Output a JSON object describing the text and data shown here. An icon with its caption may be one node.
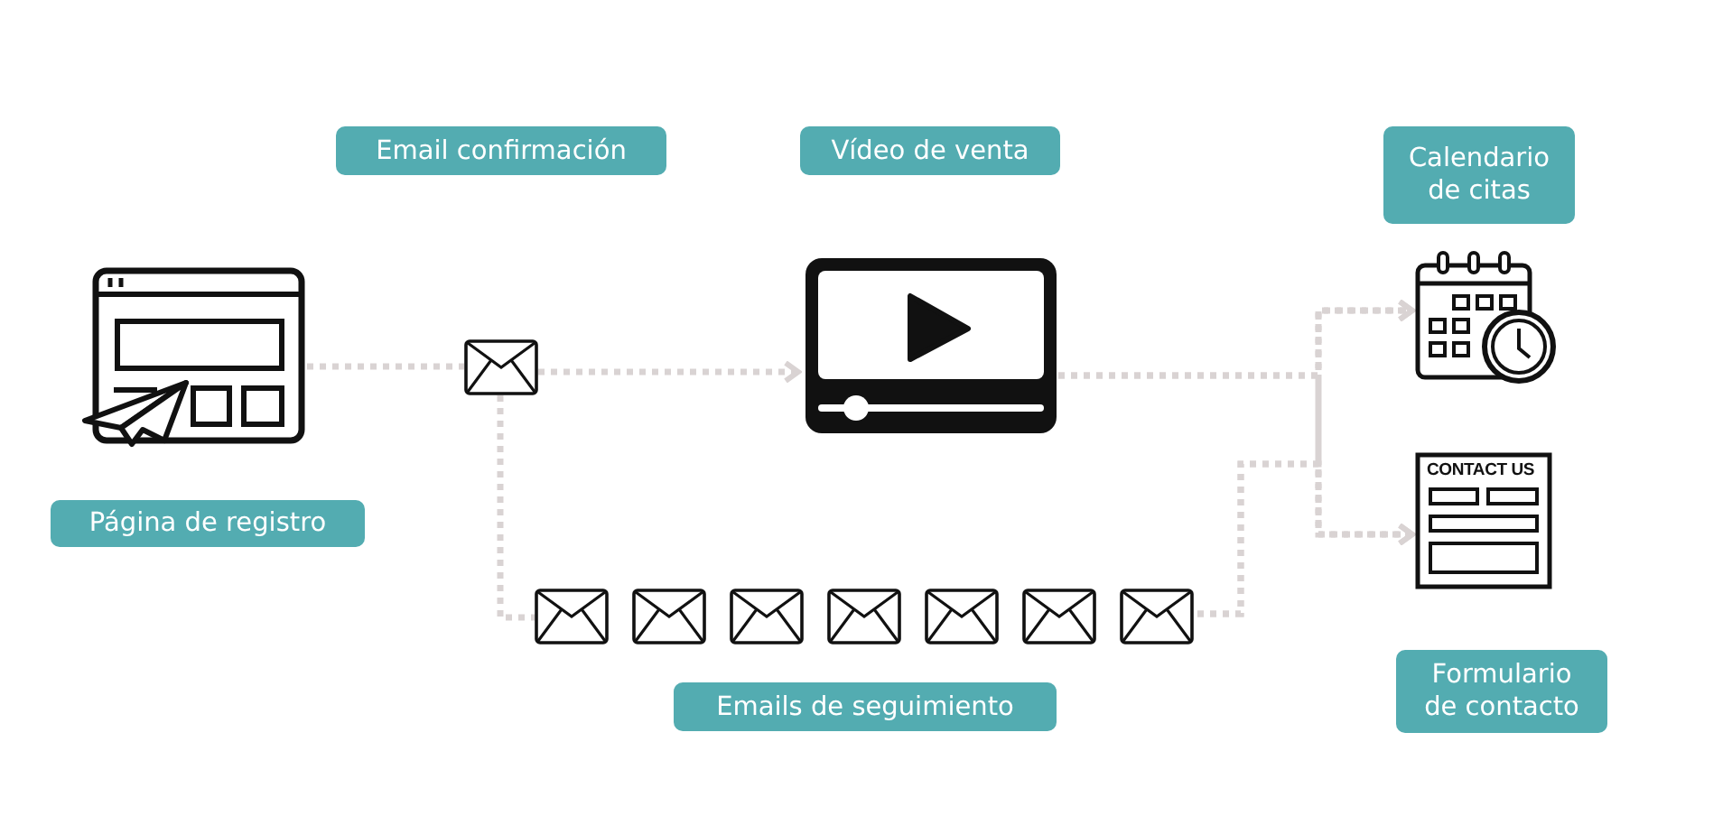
{
  "diagram": {
    "nodes": [
      {
        "text": [],
        "shape": "picture",
        "beside": [
          "Página de registro"
        ]
      },
      {
        "text": [],
        "shape": "picture"
      },
      {
        "text": [],
        "shape": "picture",
        "beside": [
          "Vídeo de venta"
        ]
      },
      {
        "text": [],
        "shape": "picture",
        "beside": [
          "Emails de seguimiento"
        ]
      },
      {
        "text": [],
        "shape": "picture",
        "beside": [
          "Calendario de citas"
        ]
      },
      {
        "text": [
          "CONTACT US"
        ],
        "beside": [
          "Formulario de contacto"
        ]
      }
    ],
    "edges": [
      {
        "from": 0,
        "to": 1,
        "arrow": "none"
      },
      {
        "from": 1,
        "to": 2,
        "arrow": "to"
      },
      {
        "from": 1,
        "to": 3,
        "arrow": "none"
      },
      {
        "from": 2,
        "to": 4,
        "arrow": "to"
      },
      {
        "from": 2,
        "to": 5,
        "arrow": "to"
      },
      {
        "from": 3,
        "to": 4,
        "arrow": "to"
      },
      {
        "from": 3,
        "to": 5,
        "arrow": "to"
      }
    ],
    "labels": [
      "Email confirmación"
    ]
  }
}
